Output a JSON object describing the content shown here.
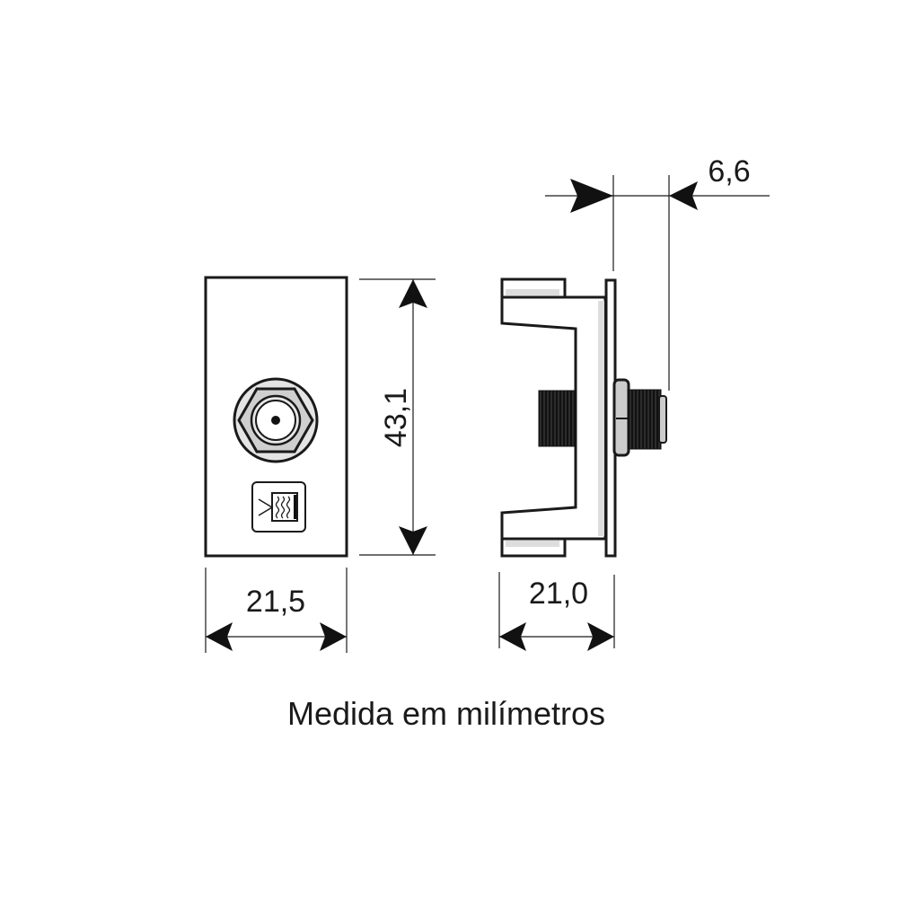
{
  "dimensions": {
    "front_width": "21,5",
    "front_height": "43,1",
    "side_depth": "21,0",
    "connector_protrusion": "6,6"
  },
  "caption": "Medida em milímetros",
  "colors": {
    "line": "#1a1a1a",
    "shade": "#d8d8d8"
  }
}
